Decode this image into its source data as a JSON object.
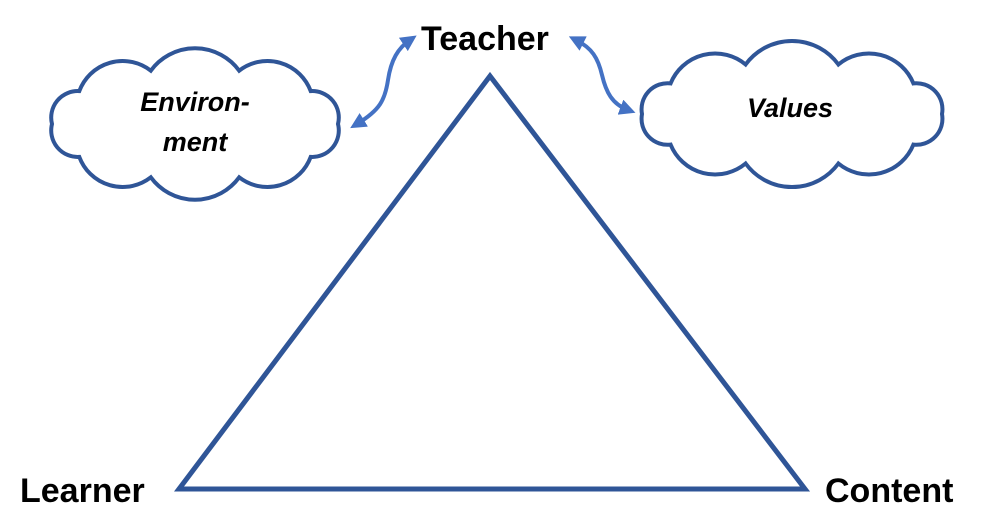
{
  "nodes": {
    "teacher": "Teacher",
    "learner": "Learner",
    "content": "Content"
  },
  "clouds": {
    "environment": {
      "line1": "Environ-",
      "line2": "ment"
    },
    "values": {
      "text": "Values"
    }
  },
  "colors": {
    "triangle": "#2F5597",
    "cloud": "#2F5597",
    "arrow": "#4472C4"
  }
}
